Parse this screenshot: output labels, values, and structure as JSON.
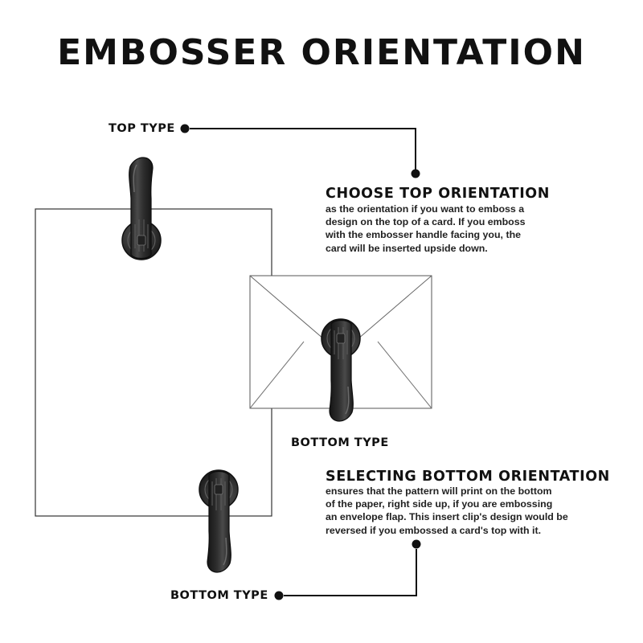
{
  "title": "EMBOSSER ORIENTATION",
  "labels": {
    "top_type": "TOP TYPE",
    "bottom_type_envelope": "BOTTOM TYPE",
    "bottom_type_card": "BOTTOM TYPE"
  },
  "top_section": {
    "heading": "CHOOSE TOP ORIENTATION",
    "lines": [
      "as the orientation if you want to emboss a",
      "design on the top of a card. If you emboss",
      "with the embosser handle facing you, the",
      "card will be inserted upside down."
    ]
  },
  "bottom_section": {
    "heading": "SELECTING BOTTOM ORIENTATION",
    "lines": [
      "ensures that the pattern will print on the bottom",
      "of the paper, right side up, if you are embossing",
      "an envelope flap. This insert clip's design would be",
      "reversed if you embossed a card's top with it."
    ]
  },
  "colors": {
    "ink": "#111111",
    "tool": "#2b2b2b",
    "tool_highlight": "#5a5a5a",
    "outline": "#444444"
  },
  "icons": [
    "embosser-top-icon",
    "embosser-envelope-icon",
    "embosser-bottom-icon",
    "envelope-icon",
    "card-icon"
  ]
}
